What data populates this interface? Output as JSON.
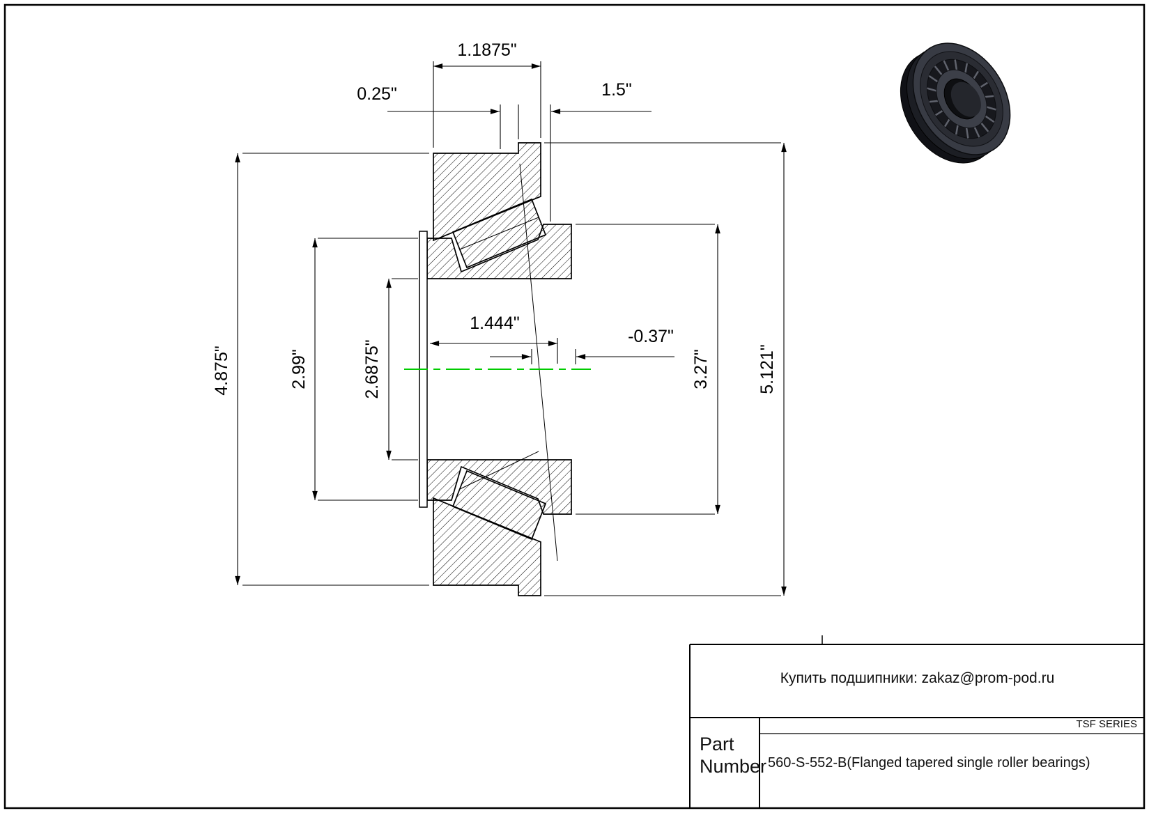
{
  "dimensions": {
    "cup_total_width": "1.1875\"",
    "flange_width": "0.25\"",
    "cone_width": "1.5\"",
    "cup_od": "4.875\"",
    "cone_back_od": "2.99\"",
    "bore": "2.6875\"",
    "cone_face_width": "1.444\"",
    "effective_center": "-0.37\"",
    "cone_front_od": "3.27\"",
    "flange_od": "5.121\""
  },
  "title_block": {
    "supplier": "Купить подшипники: zakaz@prom-pod.ru",
    "series": "TSF SERIES",
    "part_label": "Part Number",
    "part_value": "560-S-552-B(Flanged tapered single roller bearings)"
  },
  "colors": {
    "centerline_green": "#00cc00",
    "line_black": "#000000"
  }
}
